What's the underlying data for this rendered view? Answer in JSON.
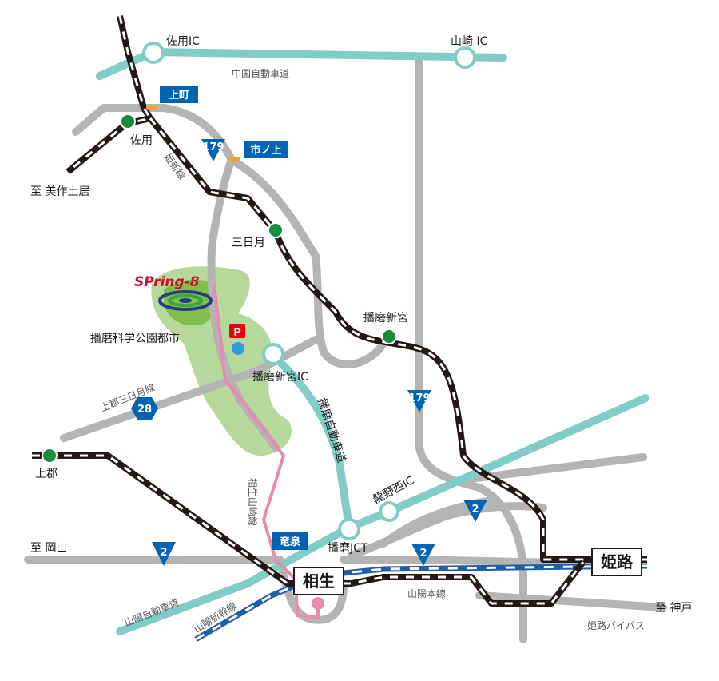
{
  "colors": {
    "road_gray": "#b4b4b4",
    "expressway": "#7fcdc5",
    "rail_dark": "#231815",
    "shinkansen": "#1e5fa8",
    "park_green": "#b7d89b",
    "shuttle_pink": "#e98bb0",
    "route_blue": "#0064b4",
    "station_green": "#1a8a3c",
    "parking_red": "#e60012"
  },
  "roads": {
    "chugoku_expressway": "中国自動車道",
    "sanyo_expressway": "山陽自動車道",
    "harima_expressway": "播磨自動車道",
    "kamigori_mikazuki": "上郡三日月線",
    "himeji_bypass": "姫路バイパス"
  },
  "railways": {
    "kishin_line": "姫新線",
    "sanyo_main_line": "山陽本線",
    "sanyo_shinkansen": "山陽新幹線",
    "aioi_yamasaki_line": "相生山崎線"
  },
  "interchanges": {
    "sayo_ic": "佐用IC",
    "yamasaki_ic": "山崎 IC",
    "harima_shingu_ic": "播磨新宮IC",
    "tatsuno_nishi_ic": "龍野西IC",
    "harima_jct": "播磨JCT"
  },
  "stations": {
    "sayo": "佐用",
    "mikazuki": "三日月",
    "harima_shingu": "播磨新宮",
    "kamigori": "上郡",
    "aioi": "相生",
    "himeji": "姫路"
  },
  "intersections": {
    "kamimachi": "上町",
    "ichinokami": "市ノ上",
    "tatsuizumi": "竜泉"
  },
  "destinations": {
    "to_mimasaka": "至 美作土居",
    "to_okayama": "至 岡山",
    "to_kobe": "至 神戸"
  },
  "route_numbers": {
    "r179_a": "179",
    "r179_b": "179",
    "r28": "28",
    "r2_a": "2",
    "r2_b": "2",
    "r2_c": "2"
  },
  "facility": {
    "logo": "SPring-8",
    "city": "播磨科学公園都市",
    "parking": "P"
  }
}
